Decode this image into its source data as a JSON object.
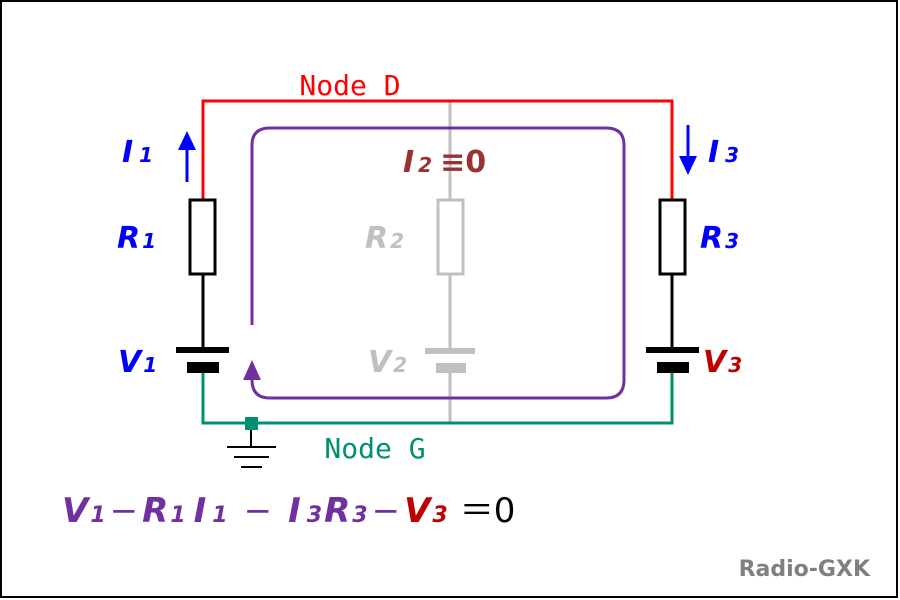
{
  "labels": {
    "node_d": "Node D",
    "node_g": "Node G",
    "watermark": "Radio-GXK",
    "i1": {
      "main": "I",
      "sub": "1"
    },
    "i2": {
      "main": "I",
      "sub": "2",
      "suffix": "≡0"
    },
    "i3": {
      "main": "I",
      "sub": "3"
    },
    "r1": {
      "main": "R",
      "sub": "1"
    },
    "r2": {
      "main": "R",
      "sub": "2"
    },
    "r3": {
      "main": "R",
      "sub": "3"
    },
    "v1": {
      "main": "V",
      "sub": "1"
    },
    "v2": {
      "main": "V",
      "sub": "2"
    },
    "v3": {
      "main": "V",
      "sub": "3"
    }
  },
  "equation": {
    "v1": "V",
    "v1_sub": "1",
    "minus1": "−",
    "r1": "R",
    "r1_sub": "1",
    "i1": "I",
    "i1_sub": "1",
    "minus2": "−",
    "i3": "I",
    "i3_sub": "3",
    "r3": "R",
    "r3_sub": "3",
    "minus3": "−",
    "v3": "V",
    "v3_sub": "3",
    "equals": "＝0"
  },
  "colors": {
    "node_d": "#ff0000",
    "node_g": "#009070",
    "current": "#0000ff",
    "loop": "#7030a0",
    "disabled": "#c0c0c0",
    "i2": "#993333",
    "v3": "#c00000",
    "watermark": "#808080"
  }
}
